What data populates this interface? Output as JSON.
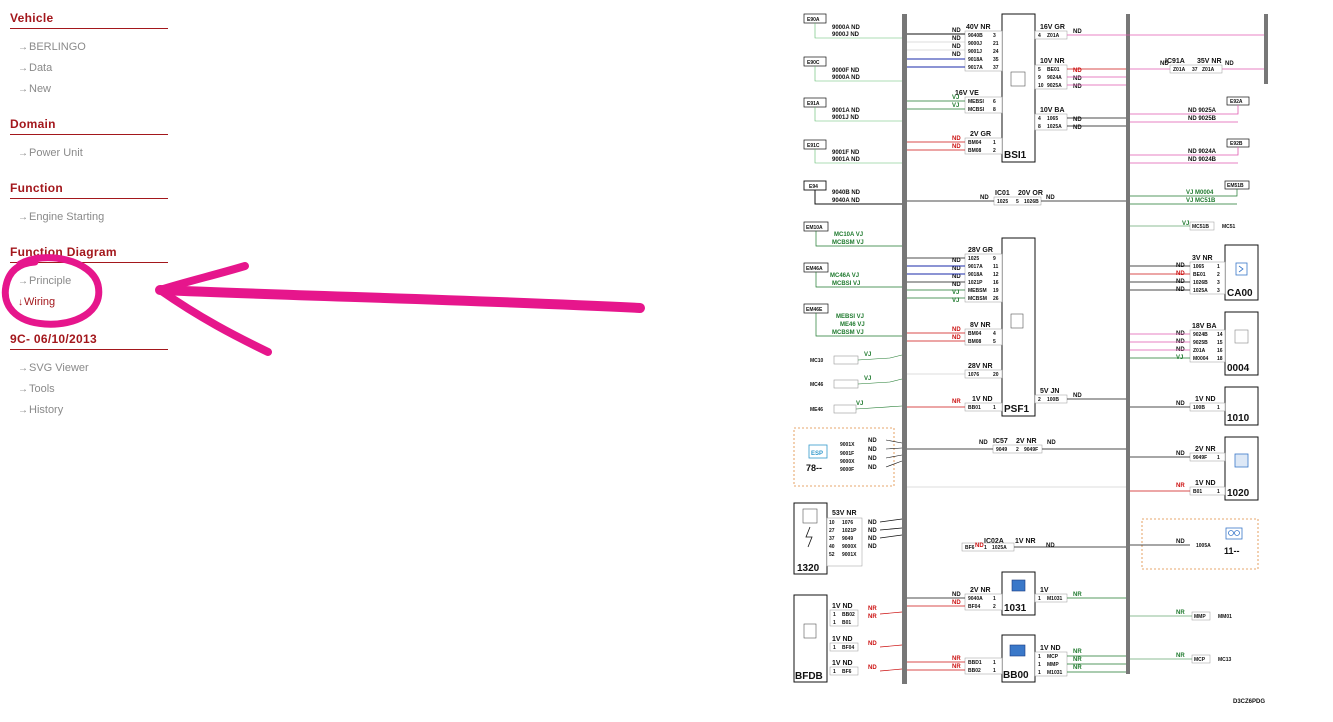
{
  "sidebar": {
    "sections": [
      {
        "title": "Vehicle",
        "items": [
          {
            "label": "BERLINGO",
            "arrow": "→"
          },
          {
            "label": "Data",
            "arrow": "→"
          },
          {
            "label": "New",
            "arrow": "→"
          }
        ]
      },
      {
        "title": "Domain",
        "items": [
          {
            "label": "Power Unit",
            "arrow": "→"
          }
        ]
      },
      {
        "title": "Function",
        "items": [
          {
            "label": "Engine Starting",
            "arrow": "→"
          }
        ]
      },
      {
        "title": "Function Diagram",
        "items": [
          {
            "label": "Principle",
            "arrow": "→"
          },
          {
            "label": "Wiring",
            "arrow": "↓",
            "active": true
          }
        ]
      },
      {
        "title": "9C- 06/10/2013",
        "items": [
          {
            "label": "SVG Viewer",
            "arrow": "→"
          },
          {
            "label": "Tools",
            "arrow": "→"
          },
          {
            "label": "History",
            "arrow": "→"
          }
        ]
      }
    ]
  },
  "colors": {
    "accent": "#a3171c",
    "nav_text": "#8a8a8a",
    "annotation": "#e6168c",
    "wire_black": "#111111",
    "wire_green": "#1f7a2e",
    "wire_pink": "#e05ab0",
    "wire_blue": "#1a2aa8",
    "wire_red": "#cc1111"
  },
  "diagram": {
    "drawing_ref": "D3CZ6PDG",
    "components": [
      {
        "id": "BSI1",
        "label": "BSI1"
      },
      {
        "id": "PSF1",
        "label": "PSF1"
      },
      {
        "id": "CA00",
        "label": "CA00"
      },
      {
        "id": "0004",
        "label": "0004"
      },
      {
        "id": "1010",
        "label": "1010"
      },
      {
        "id": "1020",
        "label": "1020"
      },
      {
        "id": "1320",
        "label": "1320"
      },
      {
        "id": "BFDB",
        "label": "BFDB"
      },
      {
        "id": "1031",
        "label": "1031"
      },
      {
        "id": "BB00",
        "label": "BB00"
      },
      {
        "id": "ESP",
        "label": "78--",
        "icon_text": "ESP"
      },
      {
        "id": "11",
        "label": "11--"
      }
    ],
    "connectors": [
      {
        "label": "40V NR"
      },
      {
        "label": "16V GR"
      },
      {
        "label": "10V NR"
      },
      {
        "label": "16V VE"
      },
      {
        "label": "10V BA"
      },
      {
        "label": "2V GR"
      },
      {
        "label": "IC01"
      },
      {
        "label": "20V OR"
      },
      {
        "label": "28V GR"
      },
      {
        "label": "8V NR"
      },
      {
        "label": "28V NR"
      },
      {
        "label": "1V ND"
      },
      {
        "label": "5V JN"
      },
      {
        "label": "IC57"
      },
      {
        "label": "2V NR"
      },
      {
        "label": "53V NR"
      },
      {
        "label": "IC02A"
      },
      {
        "label": "1V NR"
      },
      {
        "label": "2V NR"
      },
      {
        "label": "1V"
      },
      {
        "label": "1V ND"
      },
      {
        "label": "1V ND"
      },
      {
        "label": "1V ND"
      },
      {
        "label": "1V ND"
      },
      {
        "label": "IC91A"
      },
      {
        "label": "35V NR"
      },
      {
        "label": "3V NR"
      },
      {
        "label": "18V BA"
      },
      {
        "label": "1V ND"
      },
      {
        "label": "2V NR"
      },
      {
        "label": "1V ND"
      }
    ],
    "splice_boxes": [
      "E90A",
      "E90C",
      "E91A",
      "E91C",
      "E94",
      "EM10A",
      "EM46A",
      "EM46E"
    ],
    "ground_tags": [
      "MC10",
      "MC46",
      "ME46",
      "MC51",
      "MM01",
      "MC13"
    ],
    "left_wires": [
      {
        "box": "E90A",
        "lines": [
          "9000A ND",
          "9000J ND"
        ]
      },
      {
        "box": "E90C",
        "lines": [
          "9000F ND",
          "9000A ND"
        ]
      },
      {
        "box": "E91A",
        "lines": [
          "9001A ND",
          "9001J ND"
        ]
      },
      {
        "box": "E91C",
        "lines": [
          "9001F ND",
          "9001A ND"
        ]
      },
      {
        "box": "E94",
        "lines": [
          "9040B ND",
          "9040A ND"
        ]
      },
      {
        "box": "EM10A",
        "lines": [
          "MC10A VJ",
          "MCBSM VJ"
        ]
      },
      {
        "box": "EM46A",
        "lines": [
          "MC46A VJ",
          "MCBSI VJ"
        ]
      },
      {
        "box": "EM46E",
        "lines": [
          "MEBSI VJ",
          "ME46 VJ",
          "MCBSM VJ"
        ]
      }
    ],
    "right_wires": [
      {
        "box": "E92A",
        "lines": [
          "ND 9025A",
          "ND 9025B"
        ]
      },
      {
        "box": "E92B",
        "lines": [
          "ND 9024A",
          "ND 9024B"
        ]
      },
      {
        "box": "EM51B",
        "lines": [
          "VJ M0004",
          "VJ MC51B"
        ]
      }
    ]
  },
  "annotation": {
    "shape": "circle-and-arrow",
    "target": "Function Diagram items"
  }
}
